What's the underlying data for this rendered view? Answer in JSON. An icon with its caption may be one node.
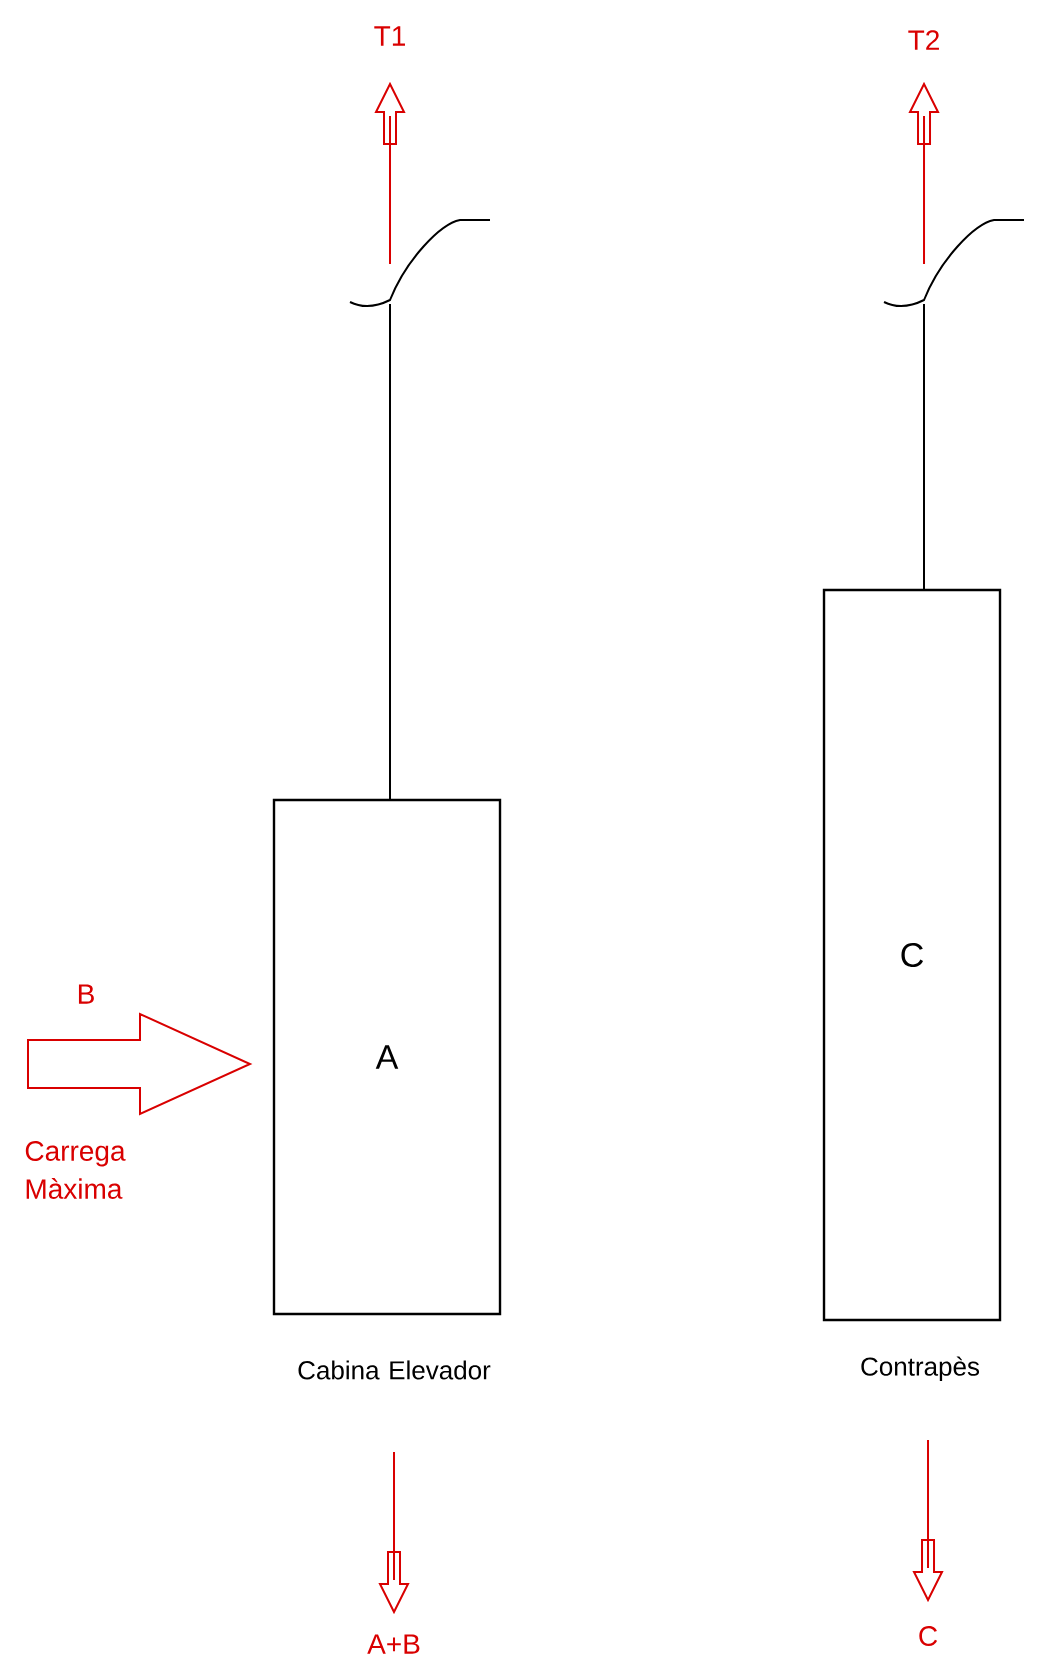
{
  "diagram": {
    "nodes": [
      {
        "text": [
          "A"
        ],
        "beside": [
          "Cabina Elevador"
        ]
      },
      {
        "text": [
          "C"
        ],
        "beside": [
          "Contrapès"
        ]
      }
    ],
    "labels": [
      "T1",
      "T2",
      "B",
      "Carrega Màxima",
      "A+B",
      "C"
    ]
  }
}
